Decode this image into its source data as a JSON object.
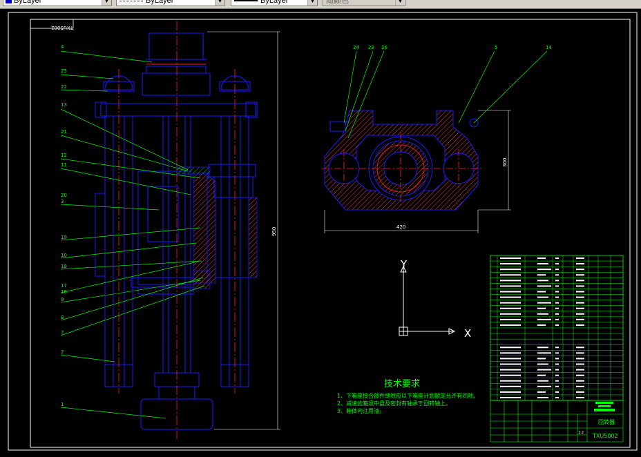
{
  "toolbar": {
    "color_combo": {
      "value": "ByLayer",
      "swatch_color": "#0000cc"
    },
    "linetype_combo": {
      "value": "ByLayer"
    },
    "lineweight_combo": {
      "value": "ByLayer"
    },
    "plotstyle_combo": {
      "value": "随颜色"
    }
  },
  "drawing": {
    "border_code_tag": "TXU5002",
    "dims": {
      "front_height": "950",
      "section_width": "420",
      "section_height": "300"
    },
    "front_view_callouts": [
      "4",
      "25",
      "22",
      "13",
      "21",
      "12",
      "11",
      "20",
      "3",
      "19",
      "10",
      "18",
      "17",
      "16",
      "9",
      "8",
      "7",
      "2",
      "1"
    ],
    "section_view_callouts": [
      "24",
      "23",
      "26",
      "5",
      "14"
    ],
    "ucs": {
      "y_label": "Y",
      "x_label": "X"
    },
    "tech_requirements": {
      "title": "技术要求",
      "items": [
        "1、下箱座接合部件缝隙应以下箱座计划额定允许有间隙。",
        "2、减速齿箱须中盘及密封有轴承于回转轴上。",
        "3、箱体内注用油。"
      ]
    },
    "title_block": {
      "name": "回转器",
      "code": "TXU5002",
      "scale": "1:2"
    }
  },
  "colors": {
    "background": "#000000",
    "outline": "#0000ff",
    "centerline": "#ff0000",
    "leader": "#00ff00",
    "hatch": "#ff0000",
    "frame": "#ffffff"
  }
}
